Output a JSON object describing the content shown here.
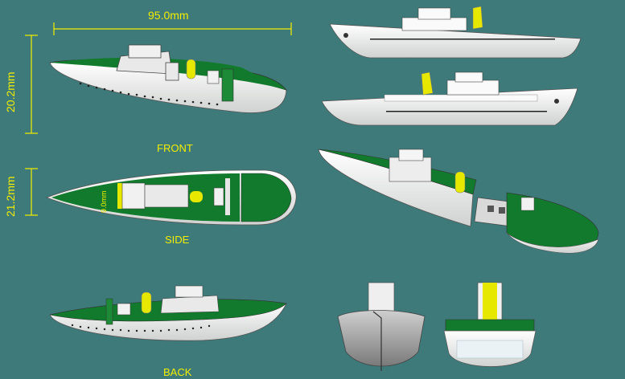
{
  "dimensions": {
    "length": "95.0mm",
    "height": "20.2mm",
    "width": "21.2mm",
    "connector": "9.0mm"
  },
  "views": {
    "front": "FRONT",
    "side": "SIDE",
    "back": "BACK"
  },
  "colors": {
    "background": "#3e7a7a",
    "hull_green": "#127a2c",
    "hull_white": "#f4f4f4",
    "funnel": "#e6e800",
    "dimension_lines": "#f2ee00",
    "grey_hull": "#9a9a9a"
  }
}
